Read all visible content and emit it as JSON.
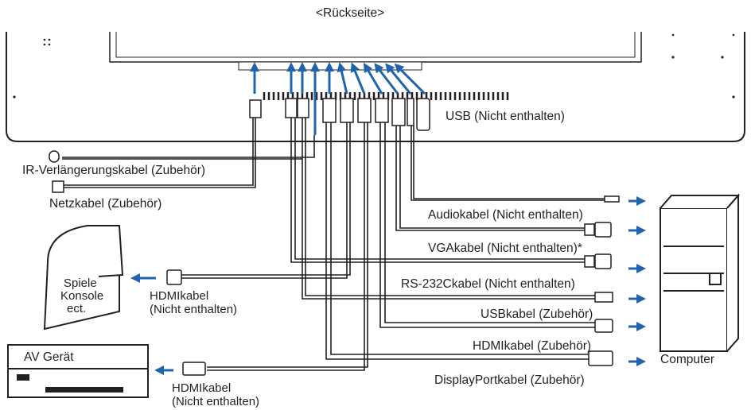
{
  "header": {
    "title": "<Rückseite>"
  },
  "labels": {
    "usb_stick": "USB (Nicht enthalten)",
    "ir_cable": "IR-Verlängerungskabel (Zubehör)",
    "power_cable": "Netzkabel (Zubehör)",
    "audio_cable": "Audiokabel (Nicht enthalten)",
    "vga_cable": "VGAkabel (Nicht enthalten)*",
    "rs232_cable": "RS-232Ckabel (Nicht enthalten)",
    "usb_cable": "USBkabel (Zubehör)",
    "hdmi_cable_pc": "HDMIkabel (Zubehör)",
    "dp_cable": "DisplayPortkabel (Zubehör)",
    "hdmi_cable_console_line1": "HDMIkabel",
    "hdmi_cable_console_line2": "(Nicht enthalten)",
    "hdmi_cable_av_line1": "HDMIkabel",
    "hdmi_cable_av_line2": "(Nicht enthalten)"
  },
  "devices": {
    "console_line1": "Spiele",
    "console_line2": "Konsole",
    "console_line3": "ect.",
    "av_device": "AV Gerät",
    "computer": "Computer"
  },
  "colors": {
    "arrow": "#1f64ad",
    "line": "#231f20"
  }
}
